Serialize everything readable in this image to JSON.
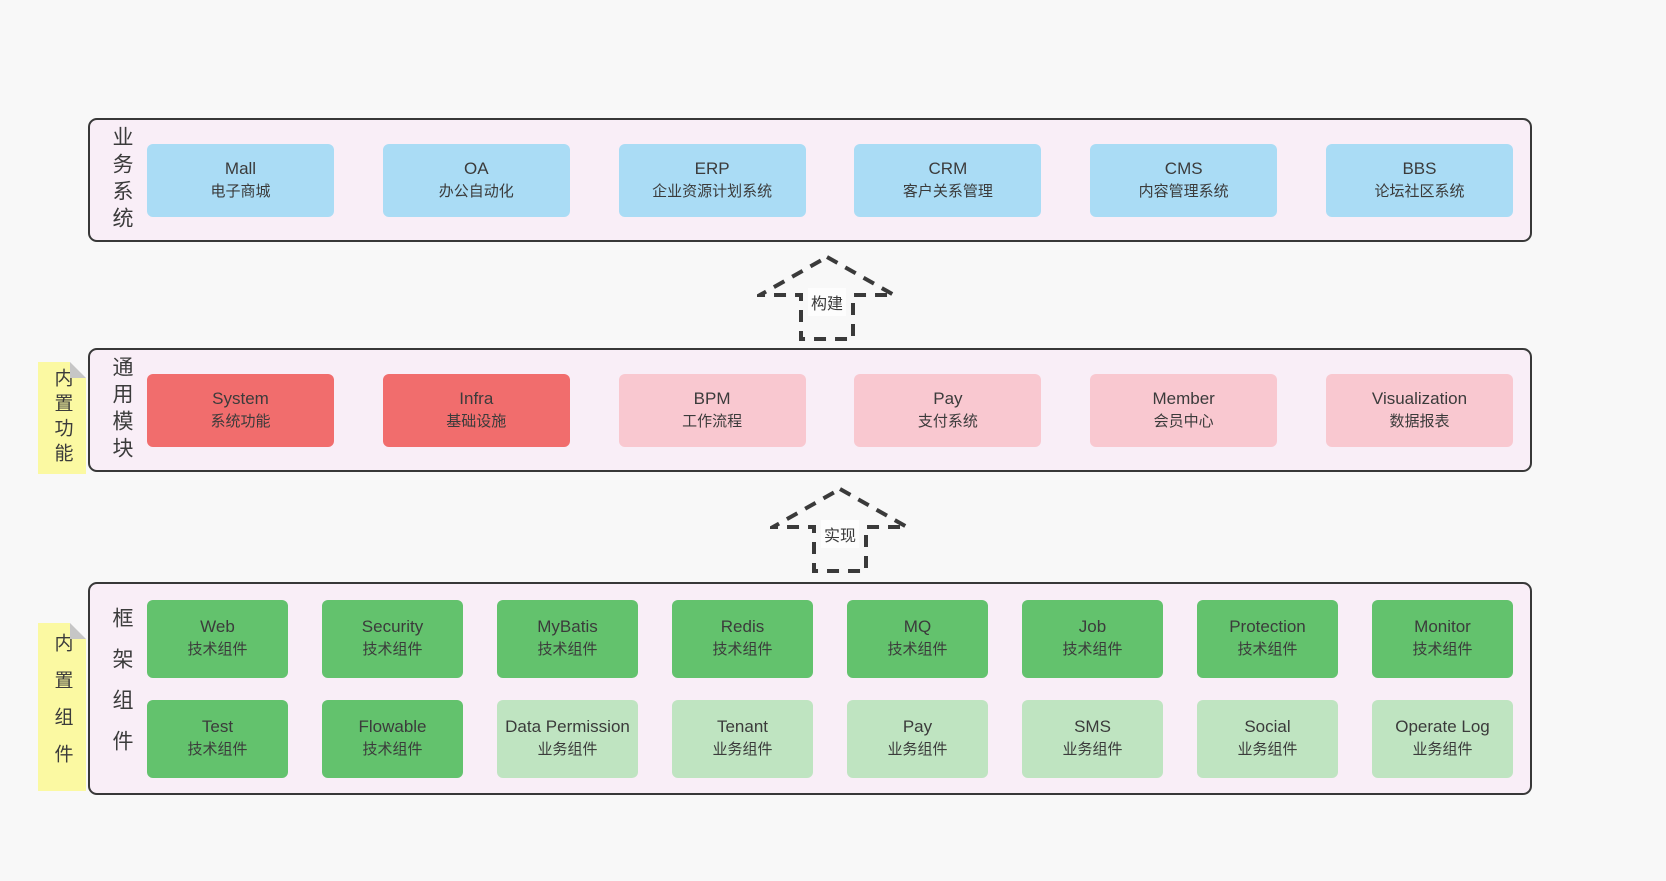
{
  "diagram": {
    "colors": {
      "blue": "#aadcf5",
      "red": "#f16d6d",
      "pink": "#f9c8d0",
      "green": "#63c26d",
      "lightgreen": "#bfe4c1",
      "band_bg": "#f9eef7",
      "note_bg": "#fbf9a2",
      "text": "#3b3b3b"
    },
    "arrows": [
      {
        "label": "构建"
      },
      {
        "label": "实现"
      }
    ],
    "bands": [
      {
        "label": "业务系统",
        "rows": [
          [
            {
              "name": "Mall",
              "subtitle": "电子商城",
              "variant": "blue"
            },
            {
              "name": "OA",
              "subtitle": "办公自动化",
              "variant": "blue"
            },
            {
              "name": "ERP",
              "subtitle": "企业资源计划系统",
              "variant": "blue"
            },
            {
              "name": "CRM",
              "subtitle": "客户关系管理",
              "variant": "blue"
            },
            {
              "name": "CMS",
              "subtitle": "内容管理系统",
              "variant": "blue"
            },
            {
              "name": "BBS",
              "subtitle": "论坛社区系统",
              "variant": "blue"
            }
          ]
        ]
      },
      {
        "label": "通用模块",
        "note": "内置功能",
        "rows": [
          [
            {
              "name": "System",
              "subtitle": "系统功能",
              "variant": "red"
            },
            {
              "name": "Infra",
              "subtitle": "基础设施",
              "variant": "red"
            },
            {
              "name": "BPM",
              "subtitle": "工作流程",
              "variant": "pink"
            },
            {
              "name": "Pay",
              "subtitle": "支付系统",
              "variant": "pink"
            },
            {
              "name": "Member",
              "subtitle": "会员中心",
              "variant": "pink"
            },
            {
              "name": "Visualization",
              "subtitle": "数据报表",
              "variant": "pink"
            }
          ]
        ]
      },
      {
        "label": "框架组件",
        "note": "内置组件",
        "rows": [
          [
            {
              "name": "Web",
              "subtitle": "技术组件",
              "variant": "green"
            },
            {
              "name": "Security",
              "subtitle": "技术组件",
              "variant": "green"
            },
            {
              "name": "MyBatis",
              "subtitle": "技术组件",
              "variant": "green"
            },
            {
              "name": "Redis",
              "subtitle": "技术组件",
              "variant": "green"
            },
            {
              "name": "MQ",
              "subtitle": "技术组件",
              "variant": "green"
            },
            {
              "name": "Job",
              "subtitle": "技术组件",
              "variant": "green"
            },
            {
              "name": "Protection",
              "subtitle": "技术组件",
              "variant": "green"
            },
            {
              "name": "Monitor",
              "subtitle": "技术组件",
              "variant": "green"
            }
          ],
          [
            {
              "name": "Test",
              "subtitle": "技术组件",
              "variant": "green"
            },
            {
              "name": "Flowable",
              "subtitle": "技术组件",
              "variant": "green"
            },
            {
              "name": "Data Permission",
              "subtitle": "业务组件",
              "variant": "lightgreen"
            },
            {
              "name": "Tenant",
              "subtitle": "业务组件",
              "variant": "lightgreen"
            },
            {
              "name": "Pay",
              "subtitle": "业务组件",
              "variant": "lightgreen"
            },
            {
              "name": "SMS",
              "subtitle": "业务组件",
              "variant": "lightgreen"
            },
            {
              "name": "Social",
              "subtitle": "业务组件",
              "variant": "lightgreen"
            },
            {
              "name": "Operate Log",
              "subtitle": "业务组件",
              "variant": "lightgreen"
            }
          ]
        ]
      }
    ]
  }
}
